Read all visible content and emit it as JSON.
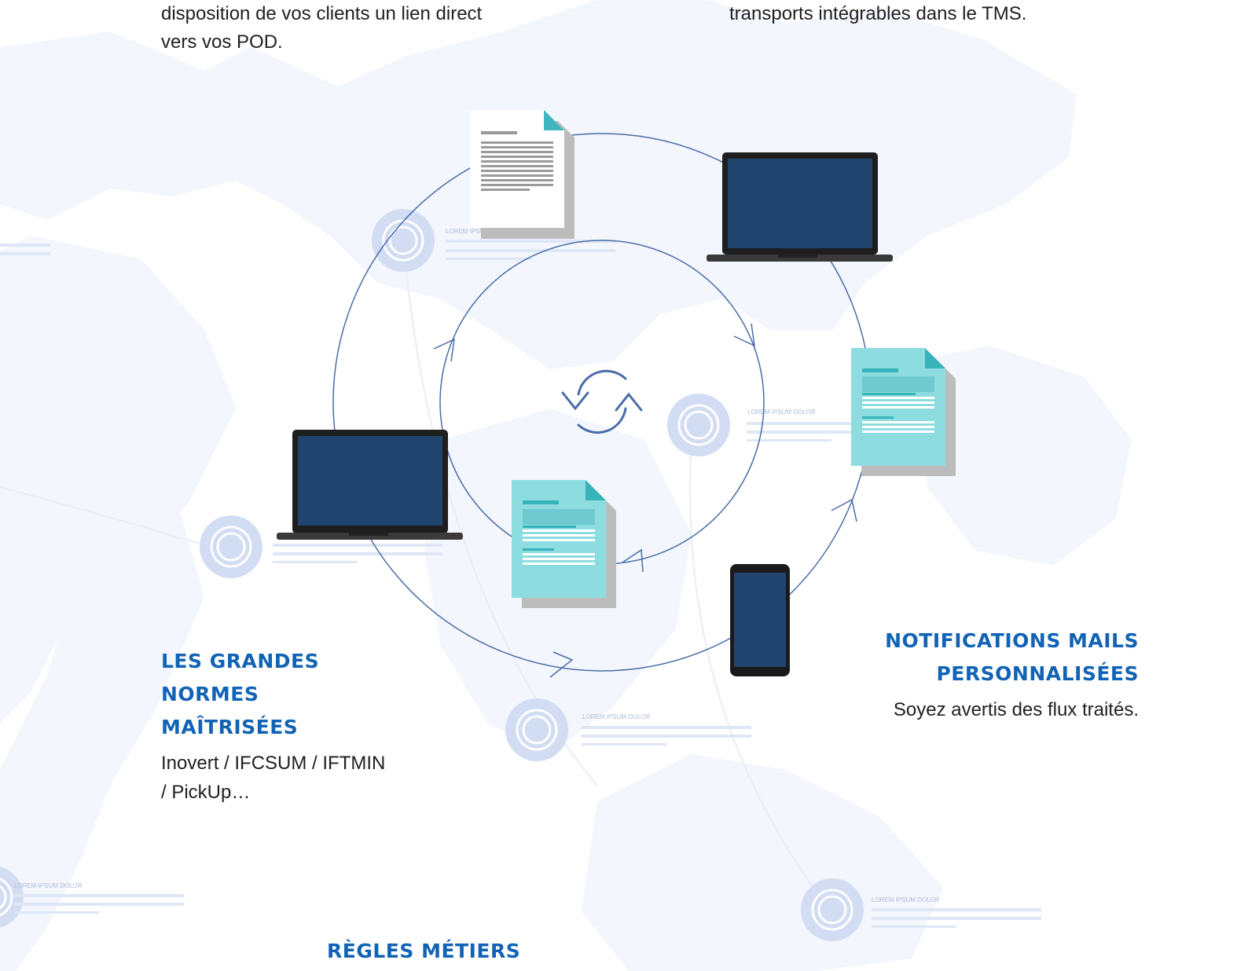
{
  "colors": {
    "heading": "#1163b6",
    "laptop_screen": "#21446e",
    "doc_teal": "#8ddde0",
    "doc_accent": "#37b3ba",
    "marker": "#d2dcf3",
    "circle_line": "#4b6da8"
  },
  "intro_left": {
    "line1": "disposition de vos clients un lien direct",
    "line2": "vers vos POD."
  },
  "intro_right": {
    "line1": "transports intégrables dans le TMS."
  },
  "norms": {
    "title_line1": "LES GRANDES",
    "title_line2": "NORMES",
    "title_line3": "MAÎTRISÉES",
    "text_line1": "Inovert / IFCSUM / IFTMIN",
    "text_line2": "/ PickUp…"
  },
  "notifications": {
    "title_line1": "NOTIFICATIONS MAILS",
    "title_line2": "PERSONNALISÉES",
    "text": "Soyez avertis des flux traités."
  },
  "rules": {
    "title": "RÈGLES MÉTIERS"
  },
  "marker_label": "LOREM IPSUM DOLOR",
  "icons": [
    "sync-icon",
    "laptop-icon",
    "document-icon",
    "smartphone-icon",
    "target-marker-icon"
  ]
}
